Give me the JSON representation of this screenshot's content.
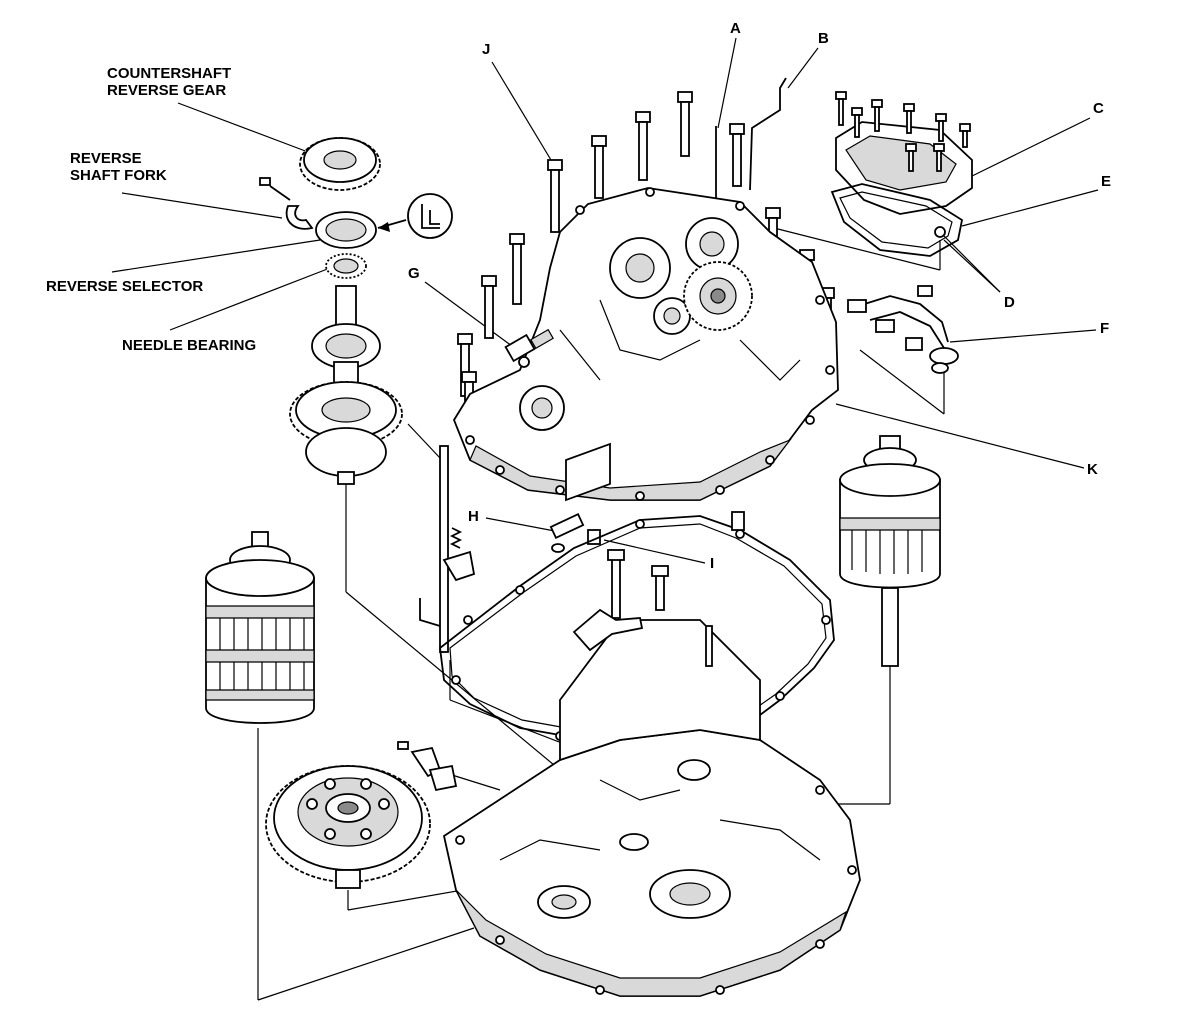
{
  "labels": {
    "a": "A",
    "b": "B",
    "c": "C",
    "d": "D",
    "e": "E",
    "f": "F",
    "g": "G",
    "h": "H",
    "i": "I",
    "j": "J",
    "k": "K",
    "countershaft_reverse_gear_line1": "COUNTERSHAFT",
    "countershaft_reverse_gear_line2": "REVERSE GEAR",
    "reverse_shaft_fork_line1": "REVERSE",
    "reverse_shaft_fork_line2": "SHAFT FORK",
    "reverse_selector": "REVERSE SELECTOR",
    "needle_bearing": "NEEDLE BEARING"
  },
  "icons": {
    "symbol": "torque-lube-symbol"
  }
}
